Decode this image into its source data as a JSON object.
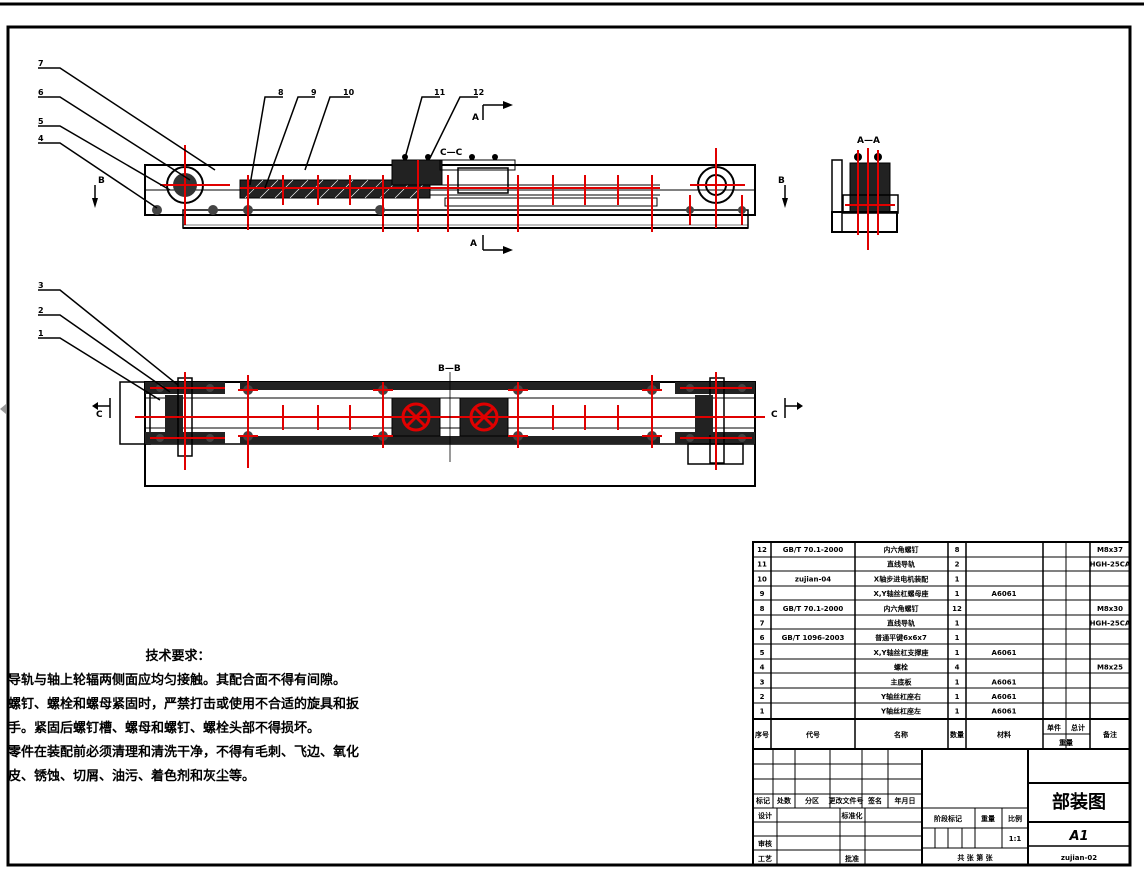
{
  "views": {
    "section_aa_label": "A—A",
    "section_bb_label": "B—B",
    "section_cc_label": "C—C",
    "marker_a": "A",
    "marker_b": "B",
    "marker_c": "C"
  },
  "balloons_top": [
    "7",
    "6",
    "5",
    "4",
    "8",
    "9",
    "10",
    "11",
    "12"
  ],
  "balloons_bottom": [
    "3",
    "2",
    "1"
  ],
  "notes": {
    "title": "技术要求：",
    "lines": [
      "导轨与轴上轮辐两侧面应均匀接触。其配合面不得有间隙。",
      "螺钉、螺栓和螺母紧固时，严禁打击或使用不合适的旋具和扳",
      "手。紧固后螺钉槽、螺母和螺钉、螺栓头部不得损坏。",
      "零件在装配前必须清理和清洗干净，不得有毛刺、飞边、氧化",
      "皮、锈蚀、切屑、油污、着色剂和灰尘等。"
    ]
  },
  "bom": [
    {
      "no": "12",
      "code": "GB/T 70.1-2000",
      "name": "内六角螺钉",
      "qty": "8",
      "material": "",
      "note": "M8x37"
    },
    {
      "no": "11",
      "code": "",
      "name": "直线导轨",
      "qty": "2",
      "material": "",
      "note": "HGH-25CA"
    },
    {
      "no": "10",
      "code": "zujian-04",
      "name": "X轴步进电机装配",
      "qty": "1",
      "material": "",
      "note": ""
    },
    {
      "no": "9",
      "code": "",
      "name": "X,Y轴丝杠螺母座",
      "qty": "1",
      "material": "A6061",
      "note": ""
    },
    {
      "no": "8",
      "code": "GB/T 70.1-2000",
      "name": "内六角螺钉",
      "qty": "12",
      "material": "",
      "note": "M8x30"
    },
    {
      "no": "7",
      "code": "",
      "name": "直线导轨",
      "qty": "1",
      "material": "",
      "note": "HGH-25CA"
    },
    {
      "no": "6",
      "code": "GB/T 1096-2003",
      "name": "普通平键6x6x7",
      "qty": "1",
      "material": "",
      "note": ""
    },
    {
      "no": "5",
      "code": "",
      "name": "X,Y轴丝杠支撑座",
      "qty": "1",
      "material": "A6061",
      "note": ""
    },
    {
      "no": "4",
      "code": "",
      "name": "螺栓",
      "qty": "4",
      "material": "",
      "note": "M8x25"
    },
    {
      "no": "3",
      "code": "",
      "name": "主底板",
      "qty": "1",
      "material": "A6061",
      "note": ""
    },
    {
      "no": "2",
      "code": "",
      "name": "Y轴丝杠座右",
      "qty": "1",
      "material": "A6061",
      "note": ""
    },
    {
      "no": "1",
      "code": "",
      "name": "Y轴丝杠座左",
      "qty": "1",
      "material": "A6061",
      "note": ""
    }
  ],
  "bom_header": {
    "no": "序号",
    "code": "代号",
    "name": "名称",
    "qty": "数量",
    "material": "材料",
    "single": "单件",
    "total": "总计",
    "weight": "重量",
    "note": "备注"
  },
  "title_block": {
    "drawing_title": "部装图",
    "sheet_size": "A1",
    "drawing_code": "zujian-02",
    "scale_value": "1:1",
    "company": "",
    "revision_labels": [
      "标记",
      "处数",
      "分区",
      "更改文件号",
      "签名",
      "年月日"
    ],
    "role_labels": [
      "设计",
      "审核",
      "工艺",
      "标准化",
      "批准"
    ],
    "stage_label": "阶段标记",
    "weight_label": "重量",
    "scale_label": "比例",
    "sheet_label": "共 张 第 张"
  }
}
